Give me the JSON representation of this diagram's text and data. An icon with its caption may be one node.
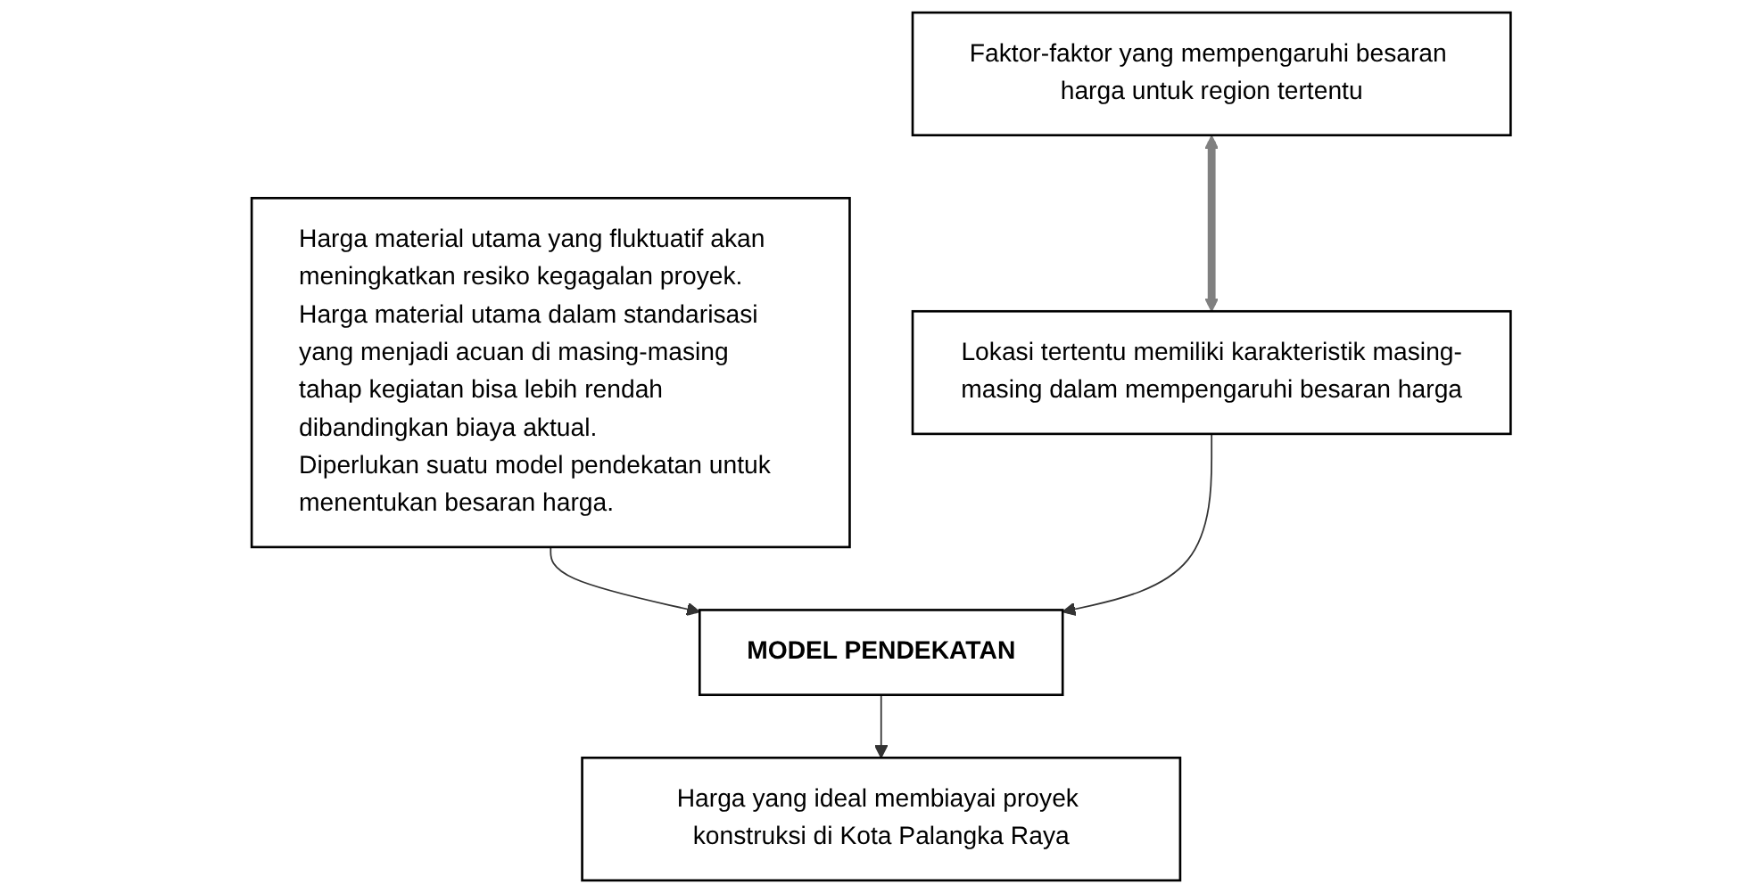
{
  "diagram": {
    "nodes": [
      {
        "text": [
          "Harga material utama yang fluktuatif akan meningkatkan resiko kegagalan proyek.",
          "Harga material utama dalam standarisasi yang menjadi acuan di masing-masing tahap kegiatan bisa lebih rendah dibandingkan biaya aktual.",
          "Diperlukan suatu model pendekatan untuk menentukan besaran harga."
        ]
      },
      {
        "text": [
          "Faktor-faktor yang mempengaruhi besaran harga untuk region tertentu"
        ]
      },
      {
        "text": [
          "Lokasi tertentu memiliki karakteristik masing-masing dalam mempengaruhi besaran harga"
        ]
      },
      {
        "text": [
          "MODEL PENDEKATAN"
        ]
      },
      {
        "text": [
          "Harga yang ideal membiayai proyek konstruksi di Kota Palangka Raya"
        ]
      }
    ],
    "edges": [
      {
        "from": 1,
        "to": 2,
        "arrow": "both",
        "style": "thick",
        "color": "#808080"
      },
      {
        "from": 0,
        "to": 3,
        "arrow": "to"
      },
      {
        "from": 2,
        "to": 3,
        "arrow": "to"
      },
      {
        "from": 3,
        "to": 4,
        "arrow": "to"
      }
    ]
  }
}
